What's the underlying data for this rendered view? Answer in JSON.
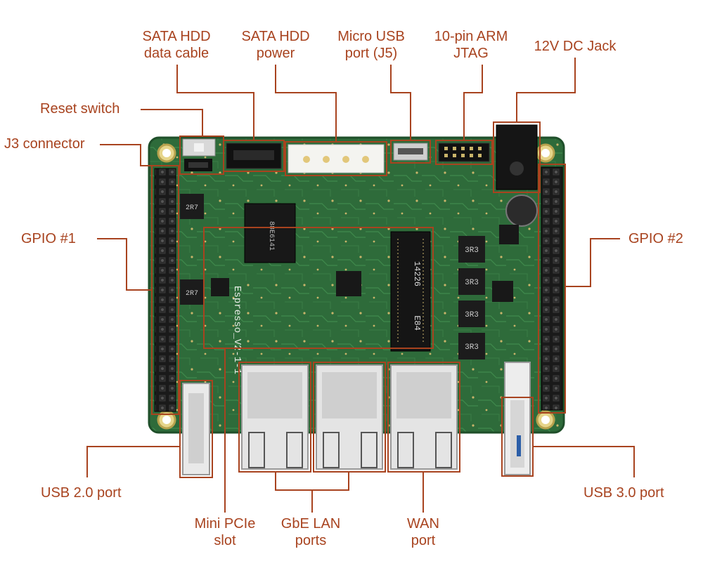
{
  "figure": {
    "board_text": {
      "name": "Espresso_V2-1-1",
      "chip_mark": "88E6141",
      "minipcie_mark": "14226",
      "minipcie_mark2": "E84",
      "inductor_mark": "3R3",
      "inductor_mark2": "2R7"
    },
    "labels": {
      "sata_data": [
        "SATA HDD",
        "data cable"
      ],
      "sata_power": [
        "SATA HDD",
        "power"
      ],
      "micro_usb": [
        "Micro USB",
        "port (J5)"
      ],
      "jtag": [
        "10-pin ARM",
        "JTAG"
      ],
      "dc_jack": "12V DC Jack",
      "reset": "Reset switch",
      "j3": "J3 connector",
      "gpio1": "GPIO #1",
      "gpio2": "GPIO #2",
      "usb2": "USB 2.0 port",
      "usb3": "USB 3.0 port",
      "minipcie": [
        "Mini PCIe",
        "slot"
      ],
      "gbe": [
        "GbE LAN",
        "ports"
      ],
      "wan": [
        "WAN",
        "port"
      ]
    },
    "colors": {
      "callout": "#a8431f",
      "pcb": "#2e6b3a",
      "pcb_dark": "#1f4f2a",
      "silk": "#e8ece6",
      "header": "#1a1a1a"
    }
  }
}
